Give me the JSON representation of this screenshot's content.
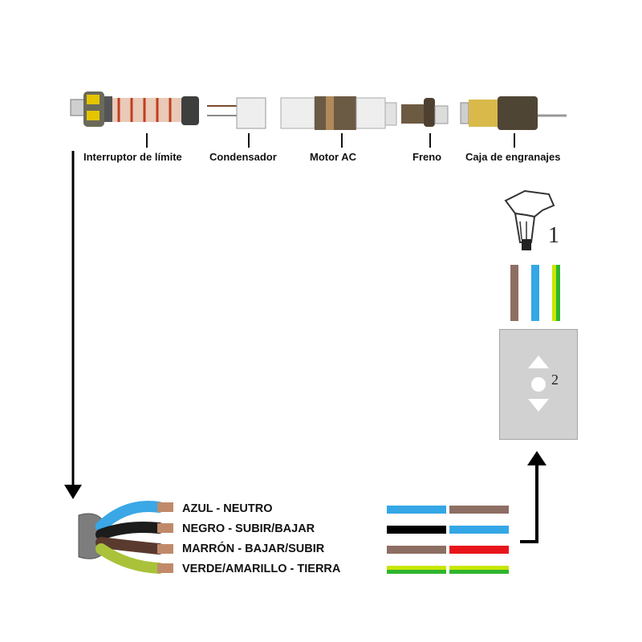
{
  "motor_components": [
    {
      "id": "limit-switch",
      "label": "Interruptor de límite"
    },
    {
      "id": "capacitor",
      "label": "Condensador"
    },
    {
      "id": "motor",
      "label": "Motor  AC"
    },
    {
      "id": "brake",
      "label": "Freno"
    },
    {
      "id": "gearbox",
      "label": "Caja de engranajes"
    }
  ],
  "cable_wires": [
    {
      "label": "AZUL - NEUTRO",
      "color": "#3aa7e6",
      "left_stripe": "#35a6e6",
      "right_stripe": "#8d6e63"
    },
    {
      "label": "NEGRO -  SUBIR/BAJAR",
      "color": "#111111",
      "left_stripe": "#000000",
      "right_stripe": "#35a6e6"
    },
    {
      "label": "MARRÓN - BAJAR/SUBIR",
      "color": "#5a3a2e",
      "left_stripe": "#8d6e63",
      "right_stripe": "#e8161b"
    },
    {
      "label": "VERDE/AMARILLO - TIERRA",
      "color": "#8db33a",
      "left_stripe": "green-yellow",
      "right_stripe": "green-yellow"
    }
  ],
  "switch_wires": [
    "#8d6e63",
    "#35a6e6",
    "green-yellow"
  ],
  "callouts": {
    "plug": "1",
    "switch": "2"
  }
}
